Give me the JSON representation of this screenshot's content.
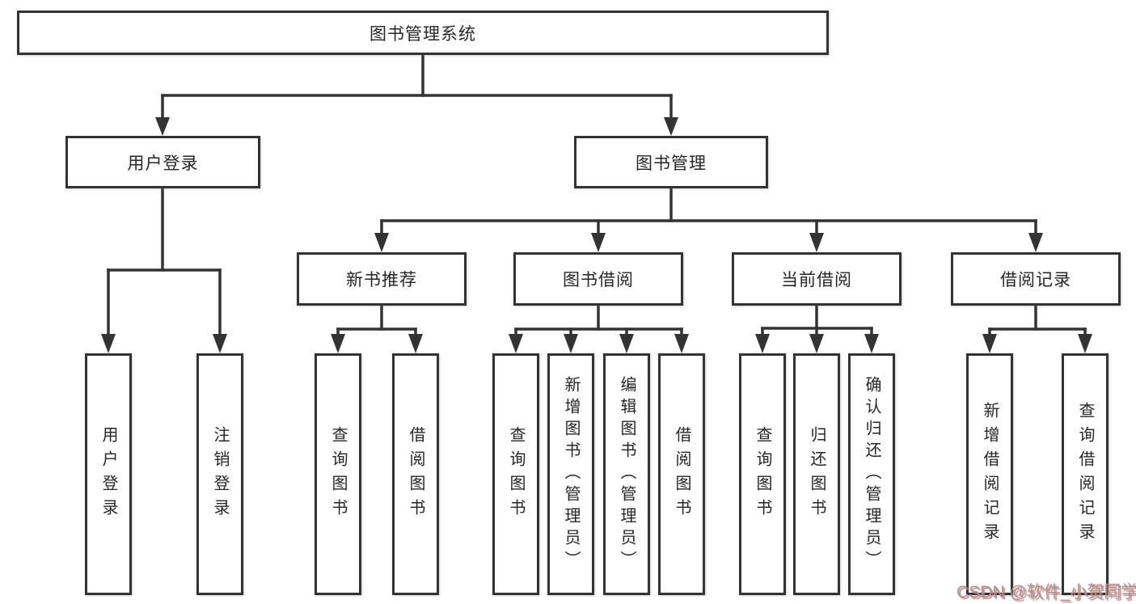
{
  "diagram": {
    "title": "图书管理系统",
    "level2": {
      "user_login": "用户登录",
      "book_management": "图书管理"
    },
    "level3": {
      "new_book_recommend": "新书推荐",
      "book_borrow": "图书借阅",
      "current_borrow": "当前借阅",
      "borrow_records": "借阅记录"
    },
    "leaves": {
      "user_login": "用户登录",
      "logout": "注销登录",
      "newbook_query": "查询图书",
      "newbook_borrow": "借阅图书",
      "borrow_query": "查询图书",
      "borrow_add": "新增图书（管理员）",
      "borrow_edit": "编辑图书（管理员）",
      "borrow_borrow": "借阅图书",
      "current_query": "查询图书",
      "current_return": "归还图书",
      "current_confirm": "确认归还（管理员）",
      "records_add": "新增借阅记录",
      "records_query": "查询借阅记录"
    },
    "watermark": "CSDN @软件_小贺同学",
    "colors": {
      "line": "#333333",
      "box_border": "#333333",
      "text": "#262626",
      "background": "#ffffff",
      "watermark": "#9a9a9a",
      "watermark_shadow": "#d96a6e"
    }
  }
}
